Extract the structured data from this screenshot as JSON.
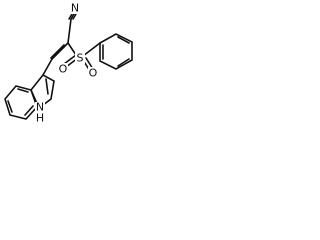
{
  "molecule": {
    "atoms": {
      "nitrile_n": "N",
      "sulfur": "S",
      "oxygen_left": "O",
      "oxygen_right": "O",
      "indole_n": "N",
      "indole_h": "H"
    },
    "ink_color": "#111111",
    "background_color": "#ffffff"
  }
}
